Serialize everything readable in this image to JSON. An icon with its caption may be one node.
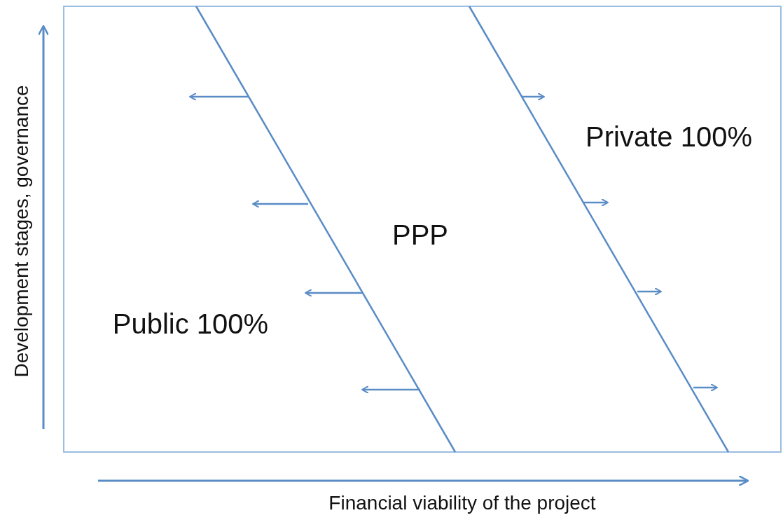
{
  "diagram": {
    "labels": [
      "Private 100%",
      "PPP",
      "Public 100%",
      "Development stages, governance",
      "Financial viability of the project"
    ]
  }
}
